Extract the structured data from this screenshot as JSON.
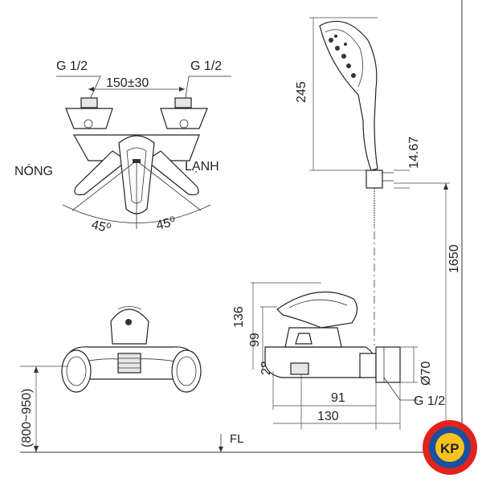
{
  "top_view": {
    "inlet_left": "G 1/2",
    "inlet_right": "G 1/2",
    "spacing": "150±30",
    "hot_label": "NÓNG",
    "cold_label": "LẠNH",
    "angle_left": "45⁰",
    "angle_right": "45⁰"
  },
  "front_view": {
    "mount_height": "(800~950)"
  },
  "side_view": {
    "dim_136": "136",
    "dim_99": "99",
    "dim_28": "28",
    "dim_91": "91",
    "dim_130": "130",
    "dim_diameter": "Ø70",
    "outlet_thread": "G 1/2"
  },
  "shower": {
    "dim_245": "245",
    "dim_14_67": "14.67",
    "dim_1650": "1650"
  },
  "floor_label": "FL",
  "logo": {
    "text": "KP",
    "ring_color": "#e2231a",
    "inner_color": "#1b4fa0",
    "accent_color": "#f6c21c"
  }
}
